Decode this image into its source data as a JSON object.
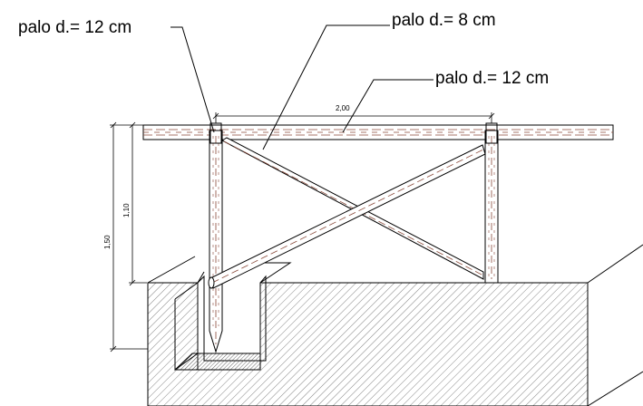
{
  "labels": {
    "post_left": "palo d.= 12 cm",
    "brace": "palo d.= 8 cm",
    "rail": "palo d.= 12 cm"
  },
  "dimensions": {
    "span": "2,00",
    "height_above_ground": "1,10",
    "total_height": "1,50"
  },
  "colors": {
    "wood": "#8a4a3a",
    "line": "#000000",
    "hatch": "#555555"
  }
}
